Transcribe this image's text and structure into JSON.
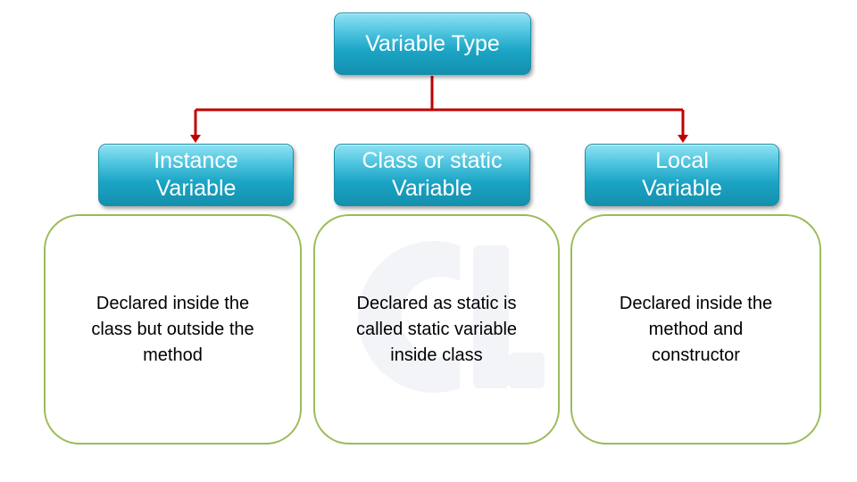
{
  "diagram": {
    "root": {
      "label": "Variable Type"
    },
    "types": [
      {
        "label": "Instance\nVariable",
        "description": "Declared inside the\nclass but outside the\nmethod"
      },
      {
        "label": "Class or static\nVariable",
        "description": "Declared as static is\ncalled static variable\ninside class"
      },
      {
        "label": "Local\nVariable",
        "description": "Declared inside the\nmethod and\nconstructor"
      }
    ]
  },
  "colors": {
    "node_fill": "#1ba4c4",
    "connector": "#c00000",
    "description_border": "#9bbb59",
    "watermark": "#f2f4f8"
  }
}
